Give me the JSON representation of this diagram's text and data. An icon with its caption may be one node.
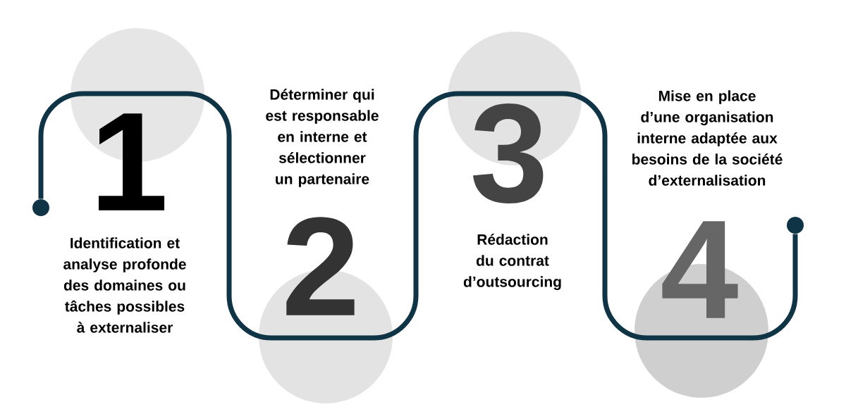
{
  "diagram": {
    "nodes": [
      {
        "text": [
          "1"
        ],
        "beside": [
          "Identification et analyse profonde des domaines ou tâches possibles à externaliser"
        ]
      },
      {
        "text": [
          "2"
        ],
        "beside": [
          "Déterminer qui est responsable en interne et sélectionner un partenaire"
        ]
      },
      {
        "text": [
          "3"
        ],
        "beside": [
          "Rédaction du contrat d’outsourcing"
        ]
      },
      {
        "text": [
          "4"
        ],
        "beside": [
          "Mise en place d’une organisation interne adaptée aux besoins de la société d’externalisation"
        ]
      },
      {
        "text": [],
        "shape": "circle"
      },
      {
        "text": [],
        "shape": "circle"
      }
    ],
    "edges": [
      {
        "from": 4,
        "to": 5,
        "arrow": "none"
      }
    ]
  }
}
